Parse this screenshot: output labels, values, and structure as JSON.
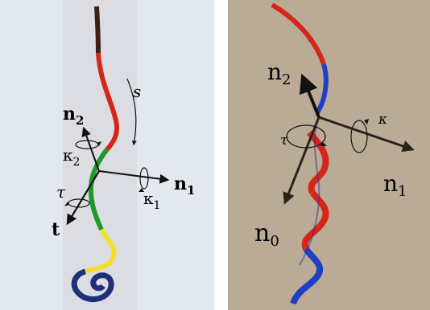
{
  "panels": [
    {
      "id": "left",
      "background": "#e3e8ef",
      "band_color": "#dfe0e6",
      "segment_colors": [
        "#3a1f18",
        "#d6261a",
        "#1f9a2a",
        "#f2e02a",
        "#1f2f7a"
      ],
      "labels": {
        "arclength": "s",
        "normal_2": "n",
        "normal_2_sub": "2",
        "normal_1": "n",
        "normal_1_sub": "1",
        "kappa_2": "κ",
        "kappa_2_sub": "2",
        "kappa_1": "κ",
        "kappa_1_sub": "1",
        "tau": "τ",
        "tangent": "t"
      }
    },
    {
      "id": "right",
      "background": "#b9ab96",
      "segment_colors": [
        "#d6261a",
        "#1f3fc4"
      ],
      "labels": {
        "normal_2": "n",
        "normal_2_sub": "2",
        "normal_1": "n",
        "normal_1_sub": "1",
        "normal_0": "n",
        "normal_0_sub": "0",
        "tau": "τ",
        "kappa": "κ"
      }
    }
  ]
}
